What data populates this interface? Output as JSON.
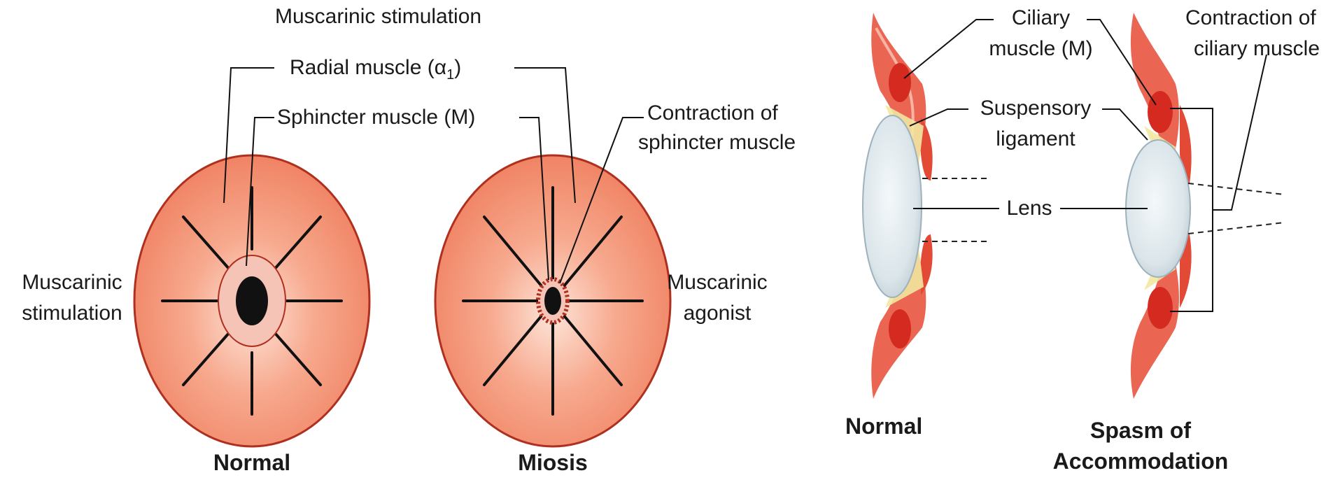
{
  "iris_panel": {
    "top_title": "Muscarinic stimulation",
    "radial_label": "Radial muscle (α",
    "radial_sub": "1",
    "radial_close": ")",
    "sphincter_label": "Sphincter muscle (M)",
    "contraction_line1": "Contraction of",
    "contraction_line2": "sphincter muscle",
    "left_side_line1": "Muscarinic",
    "left_side_line2": "stimulation",
    "right_side_line1": "Muscarinic",
    "right_side_line2": "agonist",
    "normal_caption": "Normal",
    "miosis_caption": "Miosis"
  },
  "ciliary_panel": {
    "ciliary_line1": "Ciliary",
    "ciliary_line2": "muscle (M)",
    "contraction_line1": "Contraction of",
    "contraction_line2": "ciliary muscle",
    "suspensory_line1": "Suspensory",
    "suspensory_line2": "ligament",
    "lens_label": "Lens",
    "normal_caption": "Normal",
    "spasm_line1": "Spasm of",
    "spasm_line2": "Accommodation"
  },
  "colors": {
    "iris_fill": "#f08a6a",
    "iris_edge": "#b0301f",
    "pupil": "#111111",
    "sphincter_ring": "#f6c4b6",
    "ciliary_red": "#e23b2c",
    "ligament_yellow": "#f2e7a0",
    "lens_fill": "#dfe8ec"
  }
}
